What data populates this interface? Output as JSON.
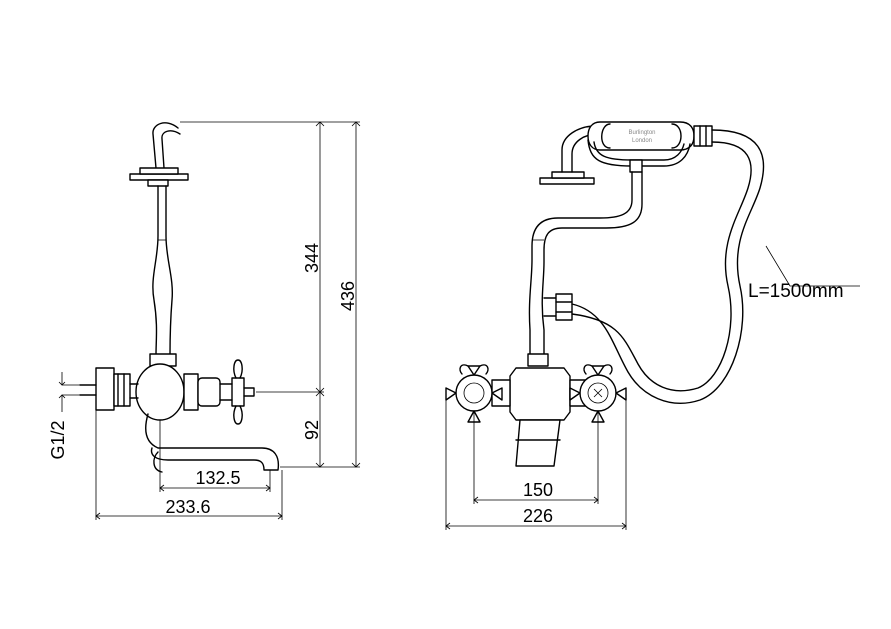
{
  "side_view": {
    "dims": {
      "riser_height": "344",
      "total_height": "436",
      "spout_drop": "92",
      "spout_reach": "132.5",
      "total_projection": "233.6",
      "inlet_thread": "G1/2"
    }
  },
  "front_view": {
    "dims": {
      "handle_centres": "150",
      "overall_width": "226",
      "hose_length": "L=1500mm"
    },
    "handset_logo": {
      "brand": "Burlington",
      "city": "London"
    }
  }
}
